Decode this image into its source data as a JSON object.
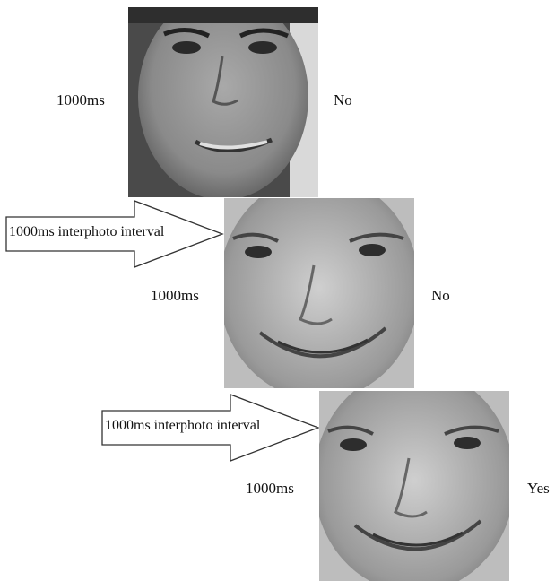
{
  "trials": [
    {
      "duration_label": "1000ms",
      "response_label": "No"
    },
    {
      "duration_label": "1000ms",
      "response_label": "No",
      "interval_label": "1000ms interphoto interval"
    },
    {
      "duration_label": "1000ms",
      "response_label": "Yes",
      "interval_label": "1000ms interphoto interval"
    }
  ]
}
